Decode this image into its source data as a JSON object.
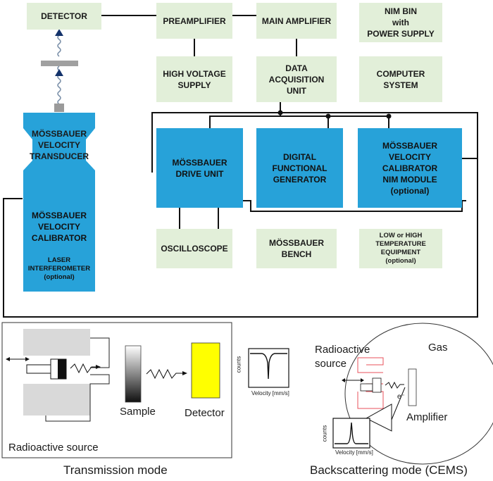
{
  "boxes": {
    "detector": "DETECTOR",
    "preamplifier": "PREAMPLIFIER",
    "main_amplifier": "MAIN AMPLIFIER",
    "nim_bin": "NIM BIN\nwith\nPOWER SUPPLY",
    "high_voltage": "HIGH VOLTAGE\nSUPPLY",
    "daq": "DATA\nACQUISITION\nUNIT",
    "computer": "COMPUTER\nSYSTEM",
    "transducer": "MÖSSBAUER\nVELOCITY\nTRANSDUCER",
    "drive_unit": "MÖSSBAUER\nDRIVE UNIT",
    "function_gen": "DIGITAL\nFUNCTIONAL\nGENERATOR",
    "calibrator_nim": "MÖSSBAUER\nVELOCITY\nCALIBRATOR\nNIM MODULE\n(optional)",
    "calibrator": "MÖSSBAUER\nVELOCITY\nCALIBRATOR",
    "interferometer": "LASER\nINTERFEROMETER\n(optional)",
    "oscilloscope": "OSCILLOSCOPE",
    "bench": "MÖSSBAUER\nBENCH",
    "temperature": "LOW or HIGH\nTEMPERATURE\nEQUIPMENT\n(optional)"
  },
  "transmission": {
    "sample_label": "Sample",
    "detector_label": "Detector",
    "source_label": "Radioactive source",
    "caption": "Transmission mode",
    "detector_color": "#ffff00"
  },
  "spectrum1": {
    "ylabel": "counts",
    "xlabel": "Velocity [mm/s]"
  },
  "cems": {
    "gas_label": "Gas",
    "source_label": "Radioactive\nsource",
    "electron_label": "e⁻",
    "amplifier_label": "Amplifier",
    "ylabel": "counts",
    "xlabel": "Velocity [mm/s]",
    "caption": "Backscattering mode (CEMS)",
    "source_color": "#e8505b"
  }
}
